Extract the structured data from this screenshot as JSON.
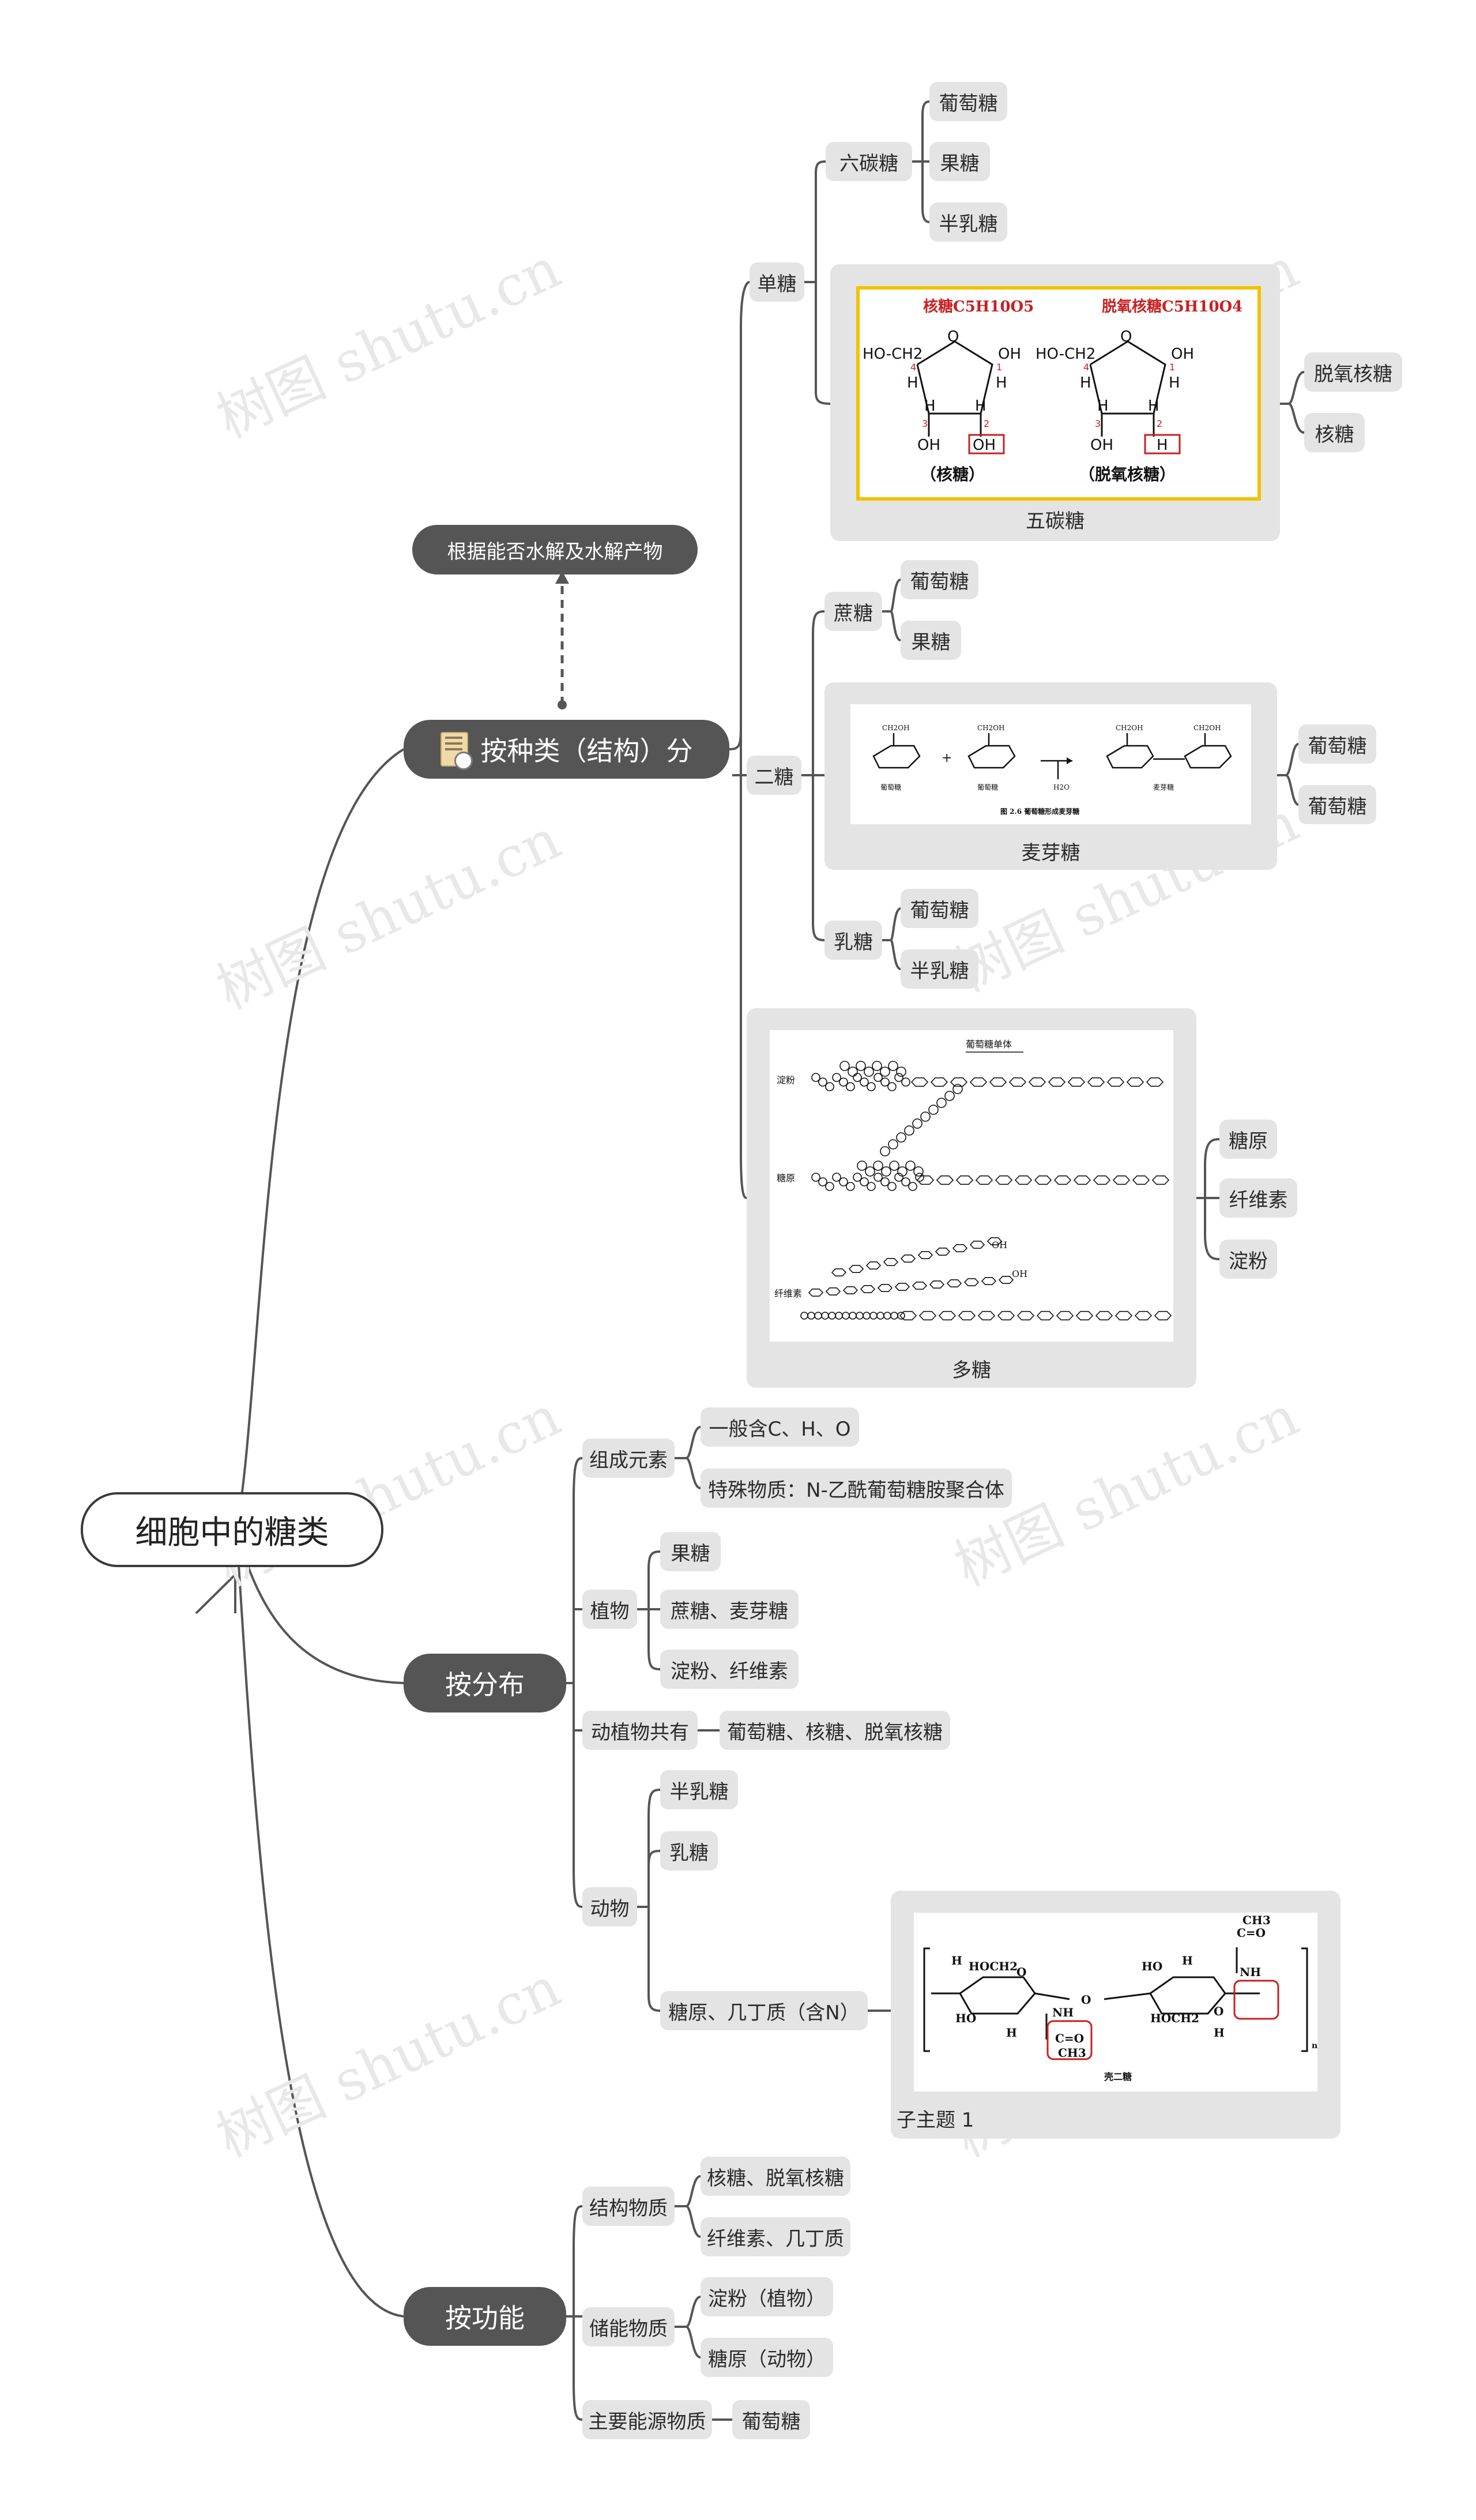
{
  "root": {
    "label": "细胞中的糖类"
  },
  "watermark": "树图 shutu.cn",
  "by_type": {
    "label": "按种类（结构）分",
    "note": "根据能否水解及水解产物",
    "mono": {
      "label": "单糖",
      "hexose": {
        "label": "六碳糖",
        "items": [
          "葡萄糖",
          "果糖",
          "半乳糖"
        ]
      },
      "pentose": {
        "label": "五碳糖",
        "items": [
          "脱氧核糖",
          "核糖"
        ],
        "figure": {
          "ribose_title": "核糖C5H10O5",
          "deoxy_title": "脱氧核糖C5H10O4",
          "ribose_caption": "（核糖）",
          "deoxy_caption": "（脱氧核糖）",
          "ring_o": "O",
          "ho_ch2": "HO-CH2",
          "oh": "OH",
          "h": "H",
          "n1": "1",
          "n2": "2",
          "n3": "3",
          "n4": "4"
        }
      }
    },
    "di": {
      "label": "二糖",
      "sucrose": {
        "label": "蔗糖",
        "items": [
          "葡萄糖",
          "果糖"
        ]
      },
      "maltose": {
        "label": "麦芽糖",
        "items": [
          "葡萄糖",
          "葡萄糖"
        ],
        "figure": {
          "ch2oh": "CH2OH",
          "plus": "+",
          "water": "H2O",
          "left_caption": "葡萄糖",
          "mid_caption": "葡萄糖",
          "right_caption": "麦芽糖",
          "fig_caption": "图 2.6  葡萄糖形成麦芽糖"
        }
      },
      "lactose": {
        "label": "乳糖",
        "items": [
          "葡萄糖",
          "半乳糖"
        ]
      }
    },
    "poly": {
      "label": "多糖",
      "items": [
        "糖原",
        "纤维素",
        "淀粉"
      ],
      "figure": {
        "monomer": "葡萄糖单体",
        "starch": "淀粉",
        "glycogen": "糖原",
        "cellulose": "纤维素",
        "oh": "OH"
      }
    }
  },
  "by_distribution": {
    "label": "按分布",
    "elements": {
      "label": "组成元素",
      "items": [
        "一般含C、H、O",
        "特殊物质：N-乙酰葡萄糖胺聚合体"
      ]
    },
    "plants": {
      "label": "植物",
      "items": [
        "果糖",
        "蔗糖、麦芽糖",
        "淀粉、纤维素"
      ]
    },
    "common": {
      "label": "动植物共有",
      "items": [
        "葡萄糖、核糖、脱氧核糖"
      ]
    },
    "animals": {
      "label": "动物",
      "items": [
        "半乳糖",
        "乳糖"
      ],
      "chitin": {
        "label": "糖原、几丁质（含N）",
        "subtopic": "子主题 1",
        "figure": {
          "caption": "壳二糖",
          "hoch2": "HOCH2",
          "ho": "HO",
          "h": "H",
          "nh": "NH",
          "co": "C=O",
          "ch3": "CH3",
          "o": "O",
          "n": "n"
        }
      }
    }
  },
  "by_function": {
    "label": "按功能",
    "structural": {
      "label": "结构物质",
      "items": [
        "核糖、脱氧核糖",
        "纤维素、几丁质"
      ]
    },
    "storage": {
      "label": "储能物质",
      "items": [
        "淀粉（植物）",
        "糖原（动物）"
      ]
    },
    "energy": {
      "label": "主要能源物质",
      "items": [
        "葡萄糖"
      ]
    }
  },
  "colors": {
    "line": "#555555",
    "leaf_bg": "#e4e4e4",
    "branch_bg": "#555555",
    "ribose_frame": "#f2c200",
    "highlight": "#c82020"
  }
}
